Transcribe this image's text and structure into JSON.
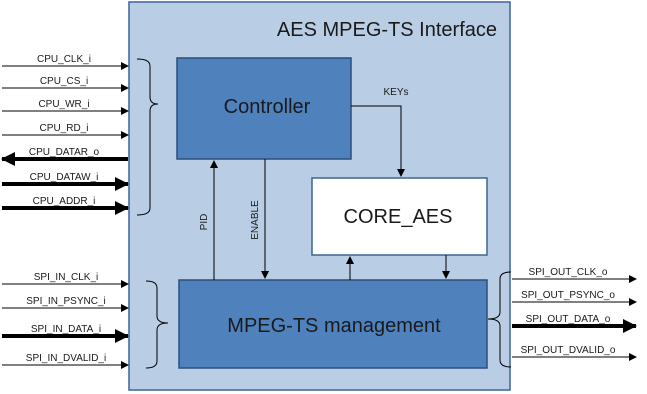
{
  "outer_block": {
    "title": "AES MPEG-TS Interface",
    "fill": "#b9cde5",
    "stroke": "#3c6496"
  },
  "blocks": {
    "controller": {
      "label": "Controller",
      "fill": "#4f81bd",
      "stroke": "#2c4f7c"
    },
    "core_aes": {
      "label": "CORE_AES",
      "fill": "#ffffff",
      "stroke": "#3c6496"
    },
    "mpeg_ts": {
      "label": "MPEG-TS management",
      "fill": "#4f81bd",
      "stroke": "#2c4f7c"
    }
  },
  "internal_signals": {
    "keys": "KEYs",
    "pid": "PID",
    "enable": "ENABLE"
  },
  "cpu_signals": [
    {
      "label": "CPU_CLK_i",
      "dir": "in",
      "bus": false
    },
    {
      "label": "CPU_CS_i",
      "dir": "in",
      "bus": false
    },
    {
      "label": "CPU_WR_i",
      "dir": "in",
      "bus": false
    },
    {
      "label": "CPU_RD_i",
      "dir": "in",
      "bus": false
    },
    {
      "label": "CPU_DATAR_o",
      "dir": "out",
      "bus": true
    },
    {
      "label": "CPU_DATAW_i",
      "dir": "in",
      "bus": true
    },
    {
      "label": "CPU_ADDR_i",
      "dir": "in",
      "bus": true
    }
  ],
  "spi_in_signals": [
    {
      "label": "SPI_IN_CLK_i",
      "dir": "in",
      "bus": false
    },
    {
      "label": "SPI_IN_PSYNC_i",
      "dir": "in",
      "bus": false
    },
    {
      "label": "SPI_IN_DATA_i",
      "dir": "in",
      "bus": true
    },
    {
      "label": "SPI_IN_DVALID_i",
      "dir": "in",
      "bus": false
    }
  ],
  "spi_out_signals": [
    {
      "label": "SPI_OUT_CLK_o",
      "dir": "out",
      "bus": false
    },
    {
      "label": "SPI_OUT_PSYNC_o",
      "dir": "out",
      "bus": false
    },
    {
      "label": "SPI_OUT_DATA_o",
      "dir": "out",
      "bus": true
    },
    {
      "label": "SPI_OUT_DVALID_o",
      "dir": "out",
      "bus": false
    }
  ],
  "colors": {
    "line": "#000000",
    "text": "#1a1a1a"
  }
}
